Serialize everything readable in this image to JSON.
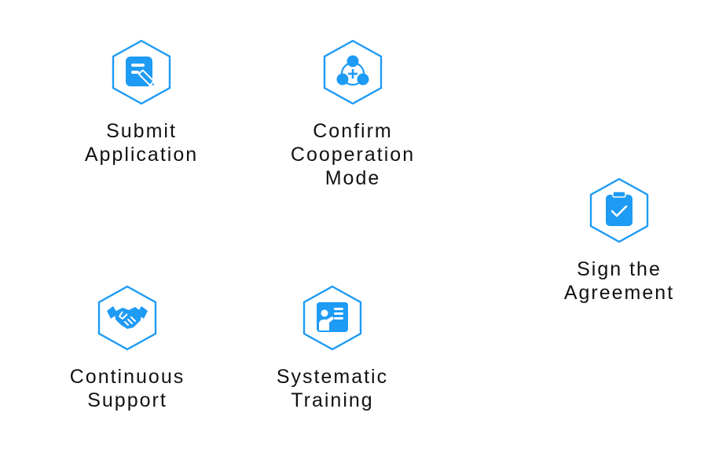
{
  "colors": {
    "accent": "#1E9BF5",
    "hex_stroke": "#1E9BF5",
    "text": "#111111"
  },
  "steps": [
    {
      "icon": "application-form-icon",
      "label_lines": [
        "Submit",
        "Application"
      ]
    },
    {
      "icon": "cooperation-network-icon",
      "label_lines": [
        "Confirm",
        "Cooperation",
        "Mode"
      ]
    },
    {
      "icon": "clipboard-check-icon",
      "label_lines": [
        "Sign the",
        "Agreement"
      ]
    },
    {
      "icon": "handshake-icon",
      "label_lines": [
        "Continuous",
        "Support"
      ]
    },
    {
      "icon": "training-presentation-icon",
      "label_lines": [
        "Systematic",
        "Training"
      ]
    }
  ]
}
